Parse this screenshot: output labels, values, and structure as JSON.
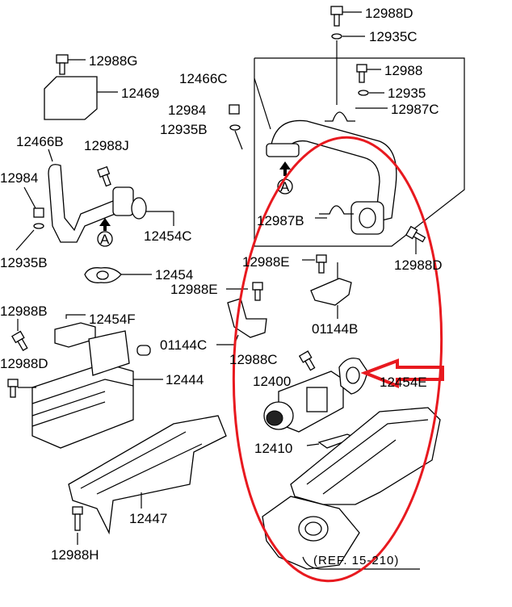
{
  "diagram": {
    "title": "EGR system parts diagram",
    "labels": {
      "p12988D_top": "12988D",
      "p12935C": "12935C",
      "p12988G": "12988G",
      "p12466C": "12466C",
      "p12988": "12988",
      "p12469": "12469",
      "p12984_mid": "12984",
      "p12935": "12935",
      "p12987C": "12987C",
      "p12935B_mid": "12935B",
      "p12466B": "12466B",
      "p12988J": "12988J",
      "p12984_left": "12984",
      "p12454C": "12454C",
      "p12987B": "12987B",
      "p12935B_left": "12935B",
      "p12988E": "12988E",
      "p12988D_right": "12988D",
      "p12454": "12454",
      "p12988E_2": "12988E",
      "p12988B": "12988B",
      "p12454F": "12454F",
      "p01144B": "01144B",
      "p01144C": "01144C",
      "p12988D_left": "12988D",
      "p12988C": "12988C",
      "p12444": "12444",
      "p12400": "12400",
      "p12454E": "12454E",
      "p12410": "12410",
      "p12447": "12447",
      "p12988H": "12988H",
      "ref": "(REF. 15-210)",
      "markerA1": "A",
      "markerA2": "A"
    },
    "annotation_color": "#e8191f"
  }
}
